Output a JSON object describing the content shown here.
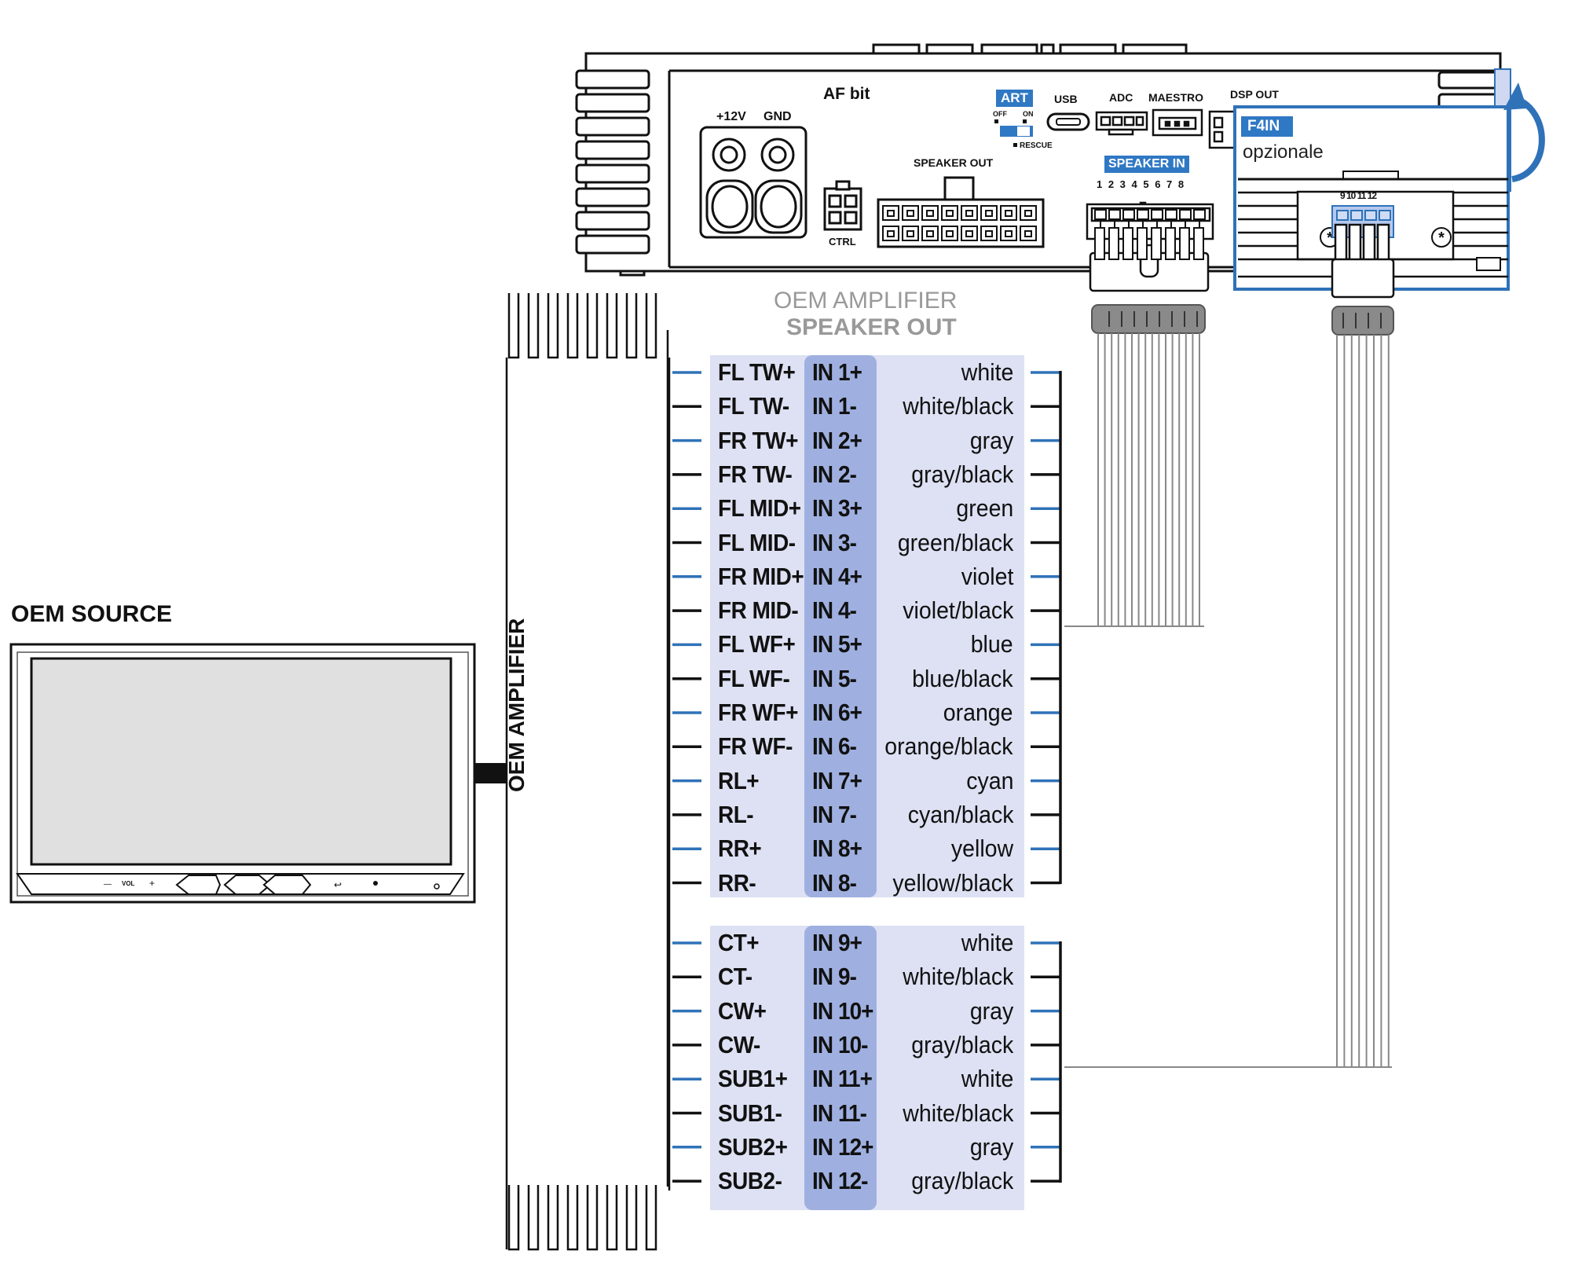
{
  "amp_device": {
    "model": "AF bit",
    "power_labels": [
      "+12V",
      "GND"
    ],
    "ctrl": "CTRL",
    "speaker_out": "SPEAKER OUT",
    "art_badge": "ART",
    "art_switch": [
      "OFF",
      "ON"
    ],
    "rescue": "RESCUE",
    "usb": "USB",
    "adc": "ADC",
    "maestro": "MAESTRO",
    "dsp_out": "DSP OUT",
    "speaker_in_badge": "SPEAKER IN",
    "speaker_in_pins": "1 2 3 4 5 6 7 8"
  },
  "f4in": {
    "badge": "F4IN",
    "note": "opzionale",
    "pins": "9 10 11 12"
  },
  "oem_amp_title": {
    "line1": "OEM AMPLIFIER",
    "line2": "SPEAKER OUT"
  },
  "oem_amp_side": "OEM AMPLIFIER",
  "oem_source": "OEM SOURCE",
  "head_unit_buttons": [
    "VOL"
  ],
  "colors": {
    "accent_blue": "#2f72b8",
    "badge_blue": "#2f78c4",
    "table_bg": "#dde1f3",
    "pin_band": "#9fb0e0",
    "wire_black": "#111111"
  },
  "table_main": [
    {
      "signal": "FL TW+",
      "pin": "IN 1+",
      "color": "white"
    },
    {
      "signal": "FL TW-",
      "pin": "IN 1-",
      "color": "white/black"
    },
    {
      "signal": "FR TW+",
      "pin": "IN 2+",
      "color": "gray"
    },
    {
      "signal": "FR TW-",
      "pin": "IN 2-",
      "color": "gray/black"
    },
    {
      "signal": "FL MID+",
      "pin": "IN 3+",
      "color": "green"
    },
    {
      "signal": "FL MID-",
      "pin": "IN 3-",
      "color": "green/black"
    },
    {
      "signal": "FR MID+",
      "pin": "IN 4+",
      "color": "violet"
    },
    {
      "signal": "FR MID-",
      "pin": "IN 4-",
      "color": "violet/black"
    },
    {
      "signal": "FL WF+",
      "pin": "IN 5+",
      "color": "blue"
    },
    {
      "signal": "FL WF-",
      "pin": "IN 5-",
      "color": "blue/black"
    },
    {
      "signal": "FR WF+",
      "pin": "IN 6+",
      "color": "orange"
    },
    {
      "signal": "FR WF-",
      "pin": "IN 6-",
      "color": "orange/black"
    },
    {
      "signal": "RL+",
      "pin": "IN 7+",
      "color": "cyan"
    },
    {
      "signal": "RL-",
      "pin": "IN 7-",
      "color": "cyan/black"
    },
    {
      "signal": "RR+",
      "pin": "IN 8+",
      "color": "yellow"
    },
    {
      "signal": "RR-",
      "pin": "IN 8-",
      "color": "yellow/black"
    }
  ],
  "table_opt": [
    {
      "signal": "CT+",
      "pin": "IN 9+",
      "color": "white"
    },
    {
      "signal": "CT-",
      "pin": "IN 9-",
      "color": "white/black"
    },
    {
      "signal": "CW+",
      "pin": "IN 10+",
      "color": "gray"
    },
    {
      "signal": "CW-",
      "pin": "IN 10-",
      "color": "gray/black"
    },
    {
      "signal": "SUB1+",
      "pin": "IN 11+",
      "color": "white"
    },
    {
      "signal": "SUB1-",
      "pin": "IN 11-",
      "color": "white/black"
    },
    {
      "signal": "SUB2+",
      "pin": "IN 12+",
      "color": "gray"
    },
    {
      "signal": "SUB2-",
      "pin": "IN 12-",
      "color": "gray/black"
    }
  ]
}
